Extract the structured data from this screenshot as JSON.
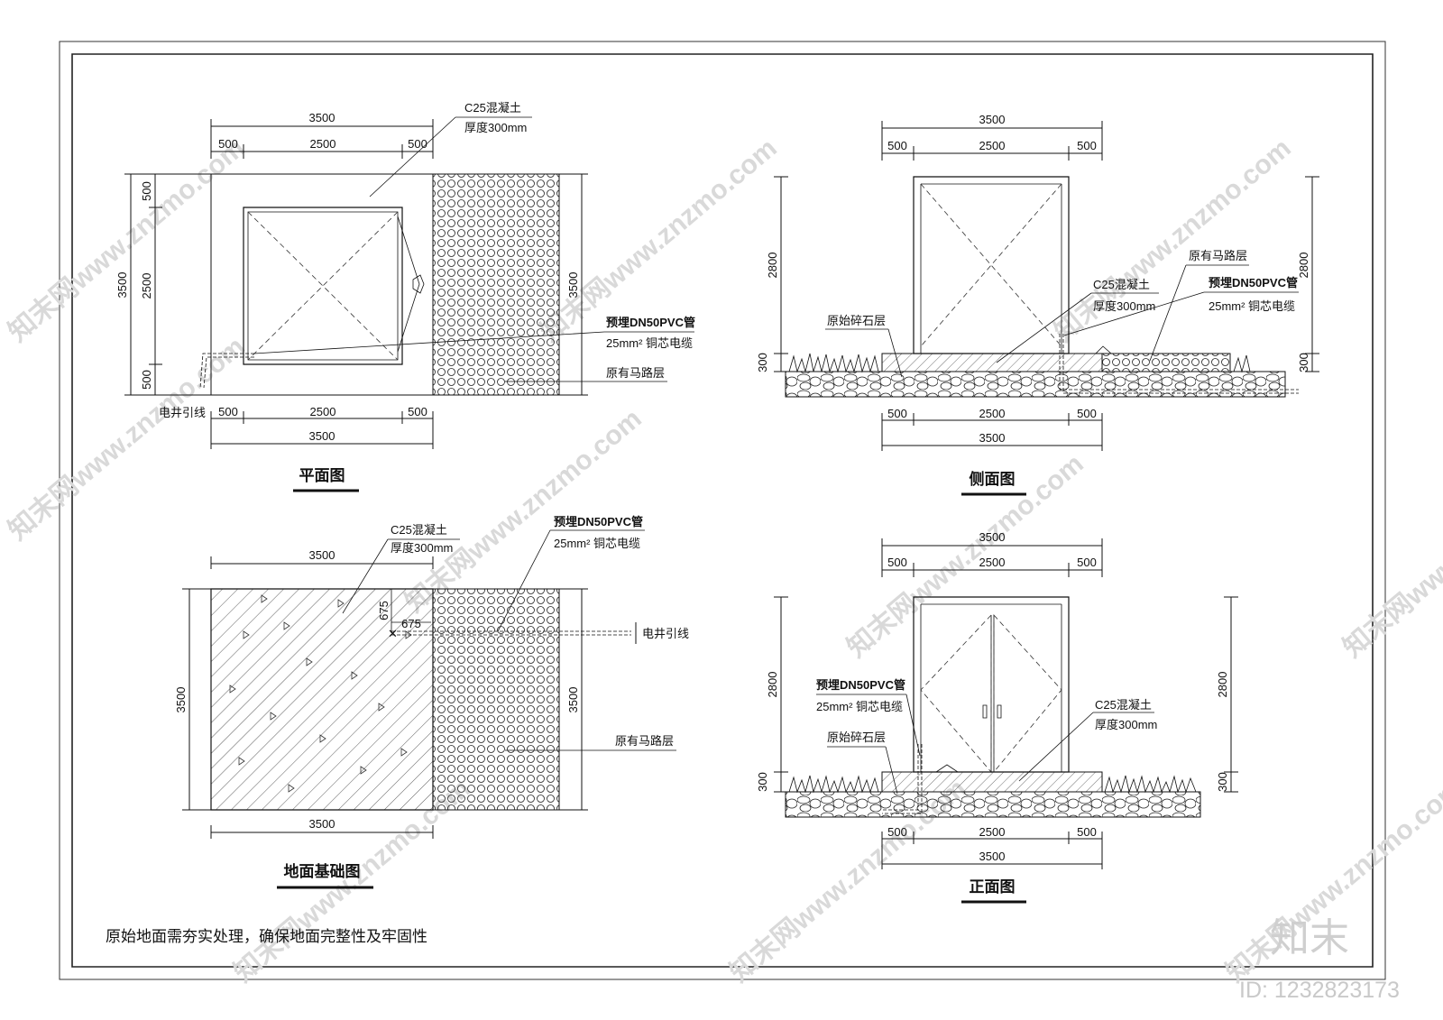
{
  "watermark": {
    "text": "知末网www.znzmo.com",
    "logo": "知末",
    "id": "ID: 1232823173"
  },
  "plan": {
    "title": "平面图",
    "dims": {
      "total": "3500",
      "side": "500",
      "mid": "2500"
    },
    "callouts": {
      "concrete_a": "C25混凝土",
      "concrete_b": "厚度300mm",
      "pipe_a": "预埋DN50PVC管",
      "pipe_b": "25mm² 铜芯电缆",
      "road": "原有马路层",
      "lead": "电井引线"
    }
  },
  "side": {
    "title": "侧面图",
    "dims": {
      "total": "3500",
      "side": "500",
      "mid": "2500",
      "height": "2800",
      "base": "300"
    },
    "callouts": {
      "road": "原有马路层",
      "pipe_a": "预埋DN50PVC管",
      "pipe_b": "25mm² 铜芯电缆",
      "concrete_a": "C25混凝土",
      "concrete_b": "厚度300mm",
      "gravel": "原始碎石层"
    }
  },
  "foundation": {
    "title": "地面基础图",
    "dims": {
      "total": "3500",
      "offset": "675"
    },
    "callouts": {
      "concrete_a": "C25混凝土",
      "concrete_b": "厚度300mm",
      "pipe_a": "预埋DN50PVC管",
      "pipe_b": "25mm² 铜芯电缆",
      "lead": "电井引线",
      "road": "原有马路层"
    }
  },
  "front": {
    "title": "正面图",
    "dims": {
      "total": "3500",
      "side": "500",
      "mid": "2500",
      "height": "2800",
      "base": "300"
    },
    "callouts": {
      "pipe_a": "预埋DN50PVC管",
      "pipe_b": "25mm² 铜芯电缆",
      "gravel": "原始碎石层",
      "concrete_a": "C25混凝土",
      "concrete_b": "厚度300mm"
    }
  },
  "note": "原始地面需夯实处理，确保地面完整性及牢固性"
}
